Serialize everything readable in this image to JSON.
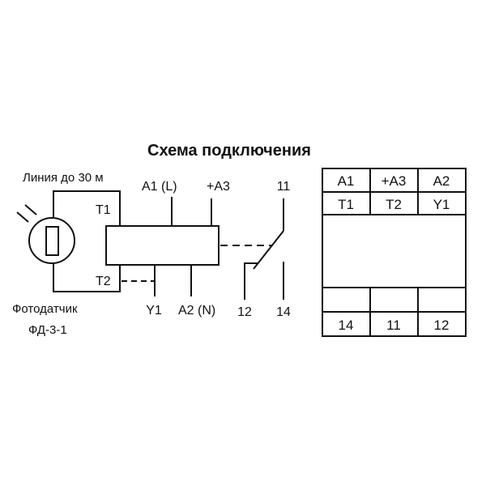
{
  "title": "Схема подключения",
  "line_label": "Линия до 30 м",
  "sensor_label": "Фотодатчик",
  "sensor_model": "ФД-3-1",
  "terminals": {
    "t1": "T1",
    "t2": "T2",
    "a1": "A1 (L)",
    "a3": "+A3",
    "y1": "Y1",
    "a2": "A2 (N)",
    "c11": "11",
    "c12": "12",
    "c14": "14"
  },
  "terminal_table": {
    "top_rows": [
      [
        "A1",
        "+A3",
        "A2"
      ],
      [
        "T1",
        "T2",
        "Y1"
      ]
    ],
    "bottom_rows": [
      [
        "",
        "",
        ""
      ],
      [
        "14",
        "11",
        "12"
      ]
    ]
  }
}
